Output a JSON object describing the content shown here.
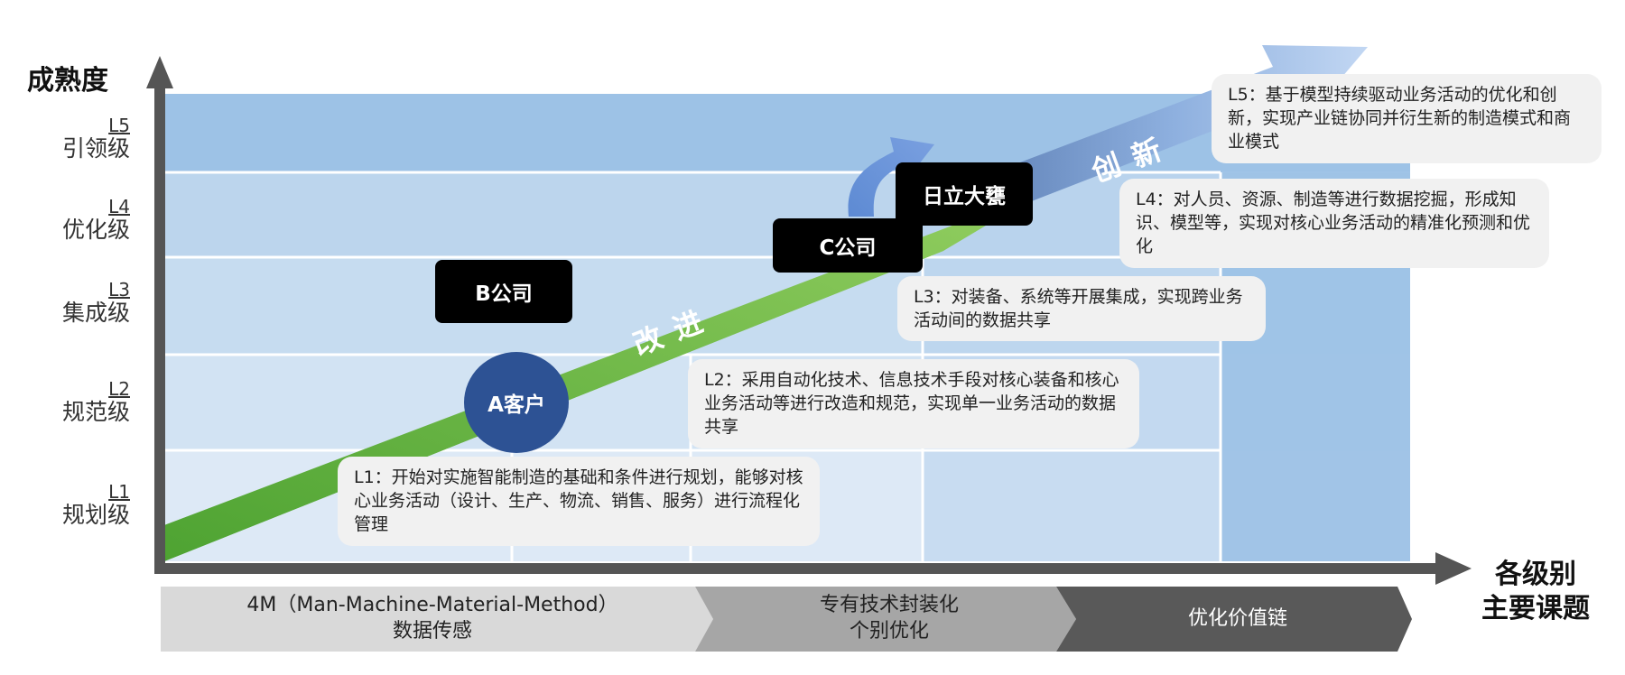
{
  "axes": {
    "y_title": "成熟度",
    "x_title_line1": "各级别",
    "x_title_line2": "主要课题"
  },
  "levels": [
    {
      "code": "L5",
      "name": "引领级"
    },
    {
      "code": "L4",
      "name": "优化级"
    },
    {
      "code": "L3",
      "name": "集成级"
    },
    {
      "code": "L2",
      "name": "规范级"
    },
    {
      "code": "L1",
      "name": "规划级"
    }
  ],
  "arrows": {
    "improve": "改 进",
    "innovate": "创 新"
  },
  "companies": {
    "a": "A客户",
    "b": "B公司",
    "c": "C公司",
    "hitachi": "日立大甕"
  },
  "descriptions": {
    "l1": "L1：开始对实施智能制造的基础和条件进行规划，能够对核心业务活动（设计、生产、物流、销售、服务）进行流程化管理",
    "l2": "L2：采用自动化技术、信息技术手段对核心装备和核心业务活动等进行改造和规范，实现单一业务活动的数据共享",
    "l3": "L3：对装备、系统等开展集成，实现跨业务活动间的数据共享",
    "l4": "L4：对人员、资源、制造等进行数据挖掘，形成知识、模型等，实现对核心业务活动的精准化预测和优化",
    "l5": "L5：基于模型持续驱动业务活动的优化和创新，实现产业链协同并衍生新的制造模式和商业模式"
  },
  "topics": [
    {
      "line1": "4M（Man-Machine-Material-Method）",
      "line2": "数据传感"
    },
    {
      "line1": "专有技术封装化",
      "line2": "个别优化"
    },
    {
      "line1": "优化价值链",
      "line2": ""
    }
  ],
  "colors": {
    "band_light": "#dce8f5",
    "band_mid": "#bed6ed",
    "band_dark": "#9dc2e6",
    "axis": "#555555",
    "improve_arrow": "#6db34a",
    "innovate_arrow": "#6f92c5",
    "company_circle": "#2d5294",
    "topic_1": "#d9d9d9",
    "topic_2": "#a6a6a6",
    "topic_3": "#595959"
  }
}
